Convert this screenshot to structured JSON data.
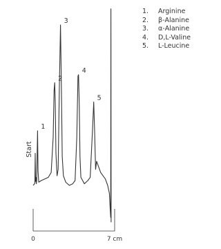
{
  "legend": {
    "items": [
      {
        "num": "1.",
        "label": "Arginine"
      },
      {
        "num": "2.",
        "label": "β-Alanine"
      },
      {
        "num": "3.",
        "label": "α-Alanine"
      },
      {
        "num": "4.",
        "label": "D,L-Valine"
      },
      {
        "num": "5.",
        "label": "L-Leucine"
      }
    ]
  },
  "chart_data": {
    "type": "line",
    "title": "",
    "xlabel": "",
    "ylabel": "",
    "x_unit": "cm",
    "xlim": [
      0,
      7
    ],
    "x_ticks": [
      {
        "value": 0,
        "label": "0"
      },
      {
        "value": 7,
        "label": "7 cm"
      }
    ],
    "start_label": "Start",
    "grid": false,
    "y_axis_shown": false,
    "line_color": "#333333",
    "peaks": [
      {
        "label": "1",
        "x": 0.38,
        "height": 0.34
      },
      {
        "label": "2",
        "x": 1.85,
        "height": 0.64
      },
      {
        "label": "3",
        "x": 2.35,
        "height": 1.0
      },
      {
        "label": "4",
        "x": 3.9,
        "height": 0.69
      },
      {
        "label": "5",
        "x": 5.2,
        "height": 0.52
      }
    ],
    "series": [
      {
        "values": [
          [
            0.0,
            0.0
          ],
          [
            0.05,
            0.004
          ],
          [
            0.1,
            0.008
          ],
          [
            0.15,
            0.015
          ],
          [
            0.18,
            0.2
          ],
          [
            0.21,
            0.025
          ],
          [
            0.24,
            0.05
          ],
          [
            0.27,
            0.01
          ],
          [
            0.3,
            0.03
          ],
          [
            0.33,
            0.15
          ],
          [
            0.38,
            0.34
          ],
          [
            0.42,
            0.09
          ],
          [
            0.48,
            0.02
          ],
          [
            0.7,
            0.03
          ],
          [
            1.0,
            0.04
          ],
          [
            1.3,
            0.05
          ],
          [
            1.55,
            0.08
          ],
          [
            1.72,
            0.3
          ],
          [
            1.8,
            0.59
          ],
          [
            1.85,
            0.64
          ],
          [
            1.9,
            0.52
          ],
          [
            1.96,
            0.2
          ],
          [
            2.05,
            0.06
          ],
          [
            2.15,
            0.1
          ],
          [
            2.25,
            0.6
          ],
          [
            2.35,
            1.0
          ],
          [
            2.43,
            0.58
          ],
          [
            2.5,
            0.18
          ],
          [
            2.6,
            0.06
          ],
          [
            2.8,
            0.02
          ],
          [
            3.1,
            0.0
          ],
          [
            3.4,
            0.01
          ],
          [
            3.6,
            0.03
          ],
          [
            3.75,
            0.3
          ],
          [
            3.85,
            0.68
          ],
          [
            3.9,
            0.69
          ],
          [
            3.96,
            0.5
          ],
          [
            4.02,
            0.18
          ],
          [
            4.1,
            0.05
          ],
          [
            4.4,
            0.01
          ],
          [
            4.7,
            0.03
          ],
          [
            4.9,
            0.05
          ],
          [
            5.1,
            0.35
          ],
          [
            5.2,
            0.52
          ],
          [
            5.28,
            0.34
          ],
          [
            5.36,
            0.1
          ],
          [
            5.45,
            0.15
          ],
          [
            5.6,
            0.12
          ],
          [
            5.8,
            0.08
          ],
          [
            6.0,
            0.06
          ],
          [
            6.2,
            0.04
          ],
          [
            6.4,
            0.0
          ],
          [
            6.55,
            -0.05
          ],
          [
            6.62,
            -0.15
          ],
          [
            6.66,
            -0.2
          ],
          [
            6.68,
            1.1
          ],
          [
            6.7,
            -0.23
          ]
        ]
      }
    ]
  }
}
